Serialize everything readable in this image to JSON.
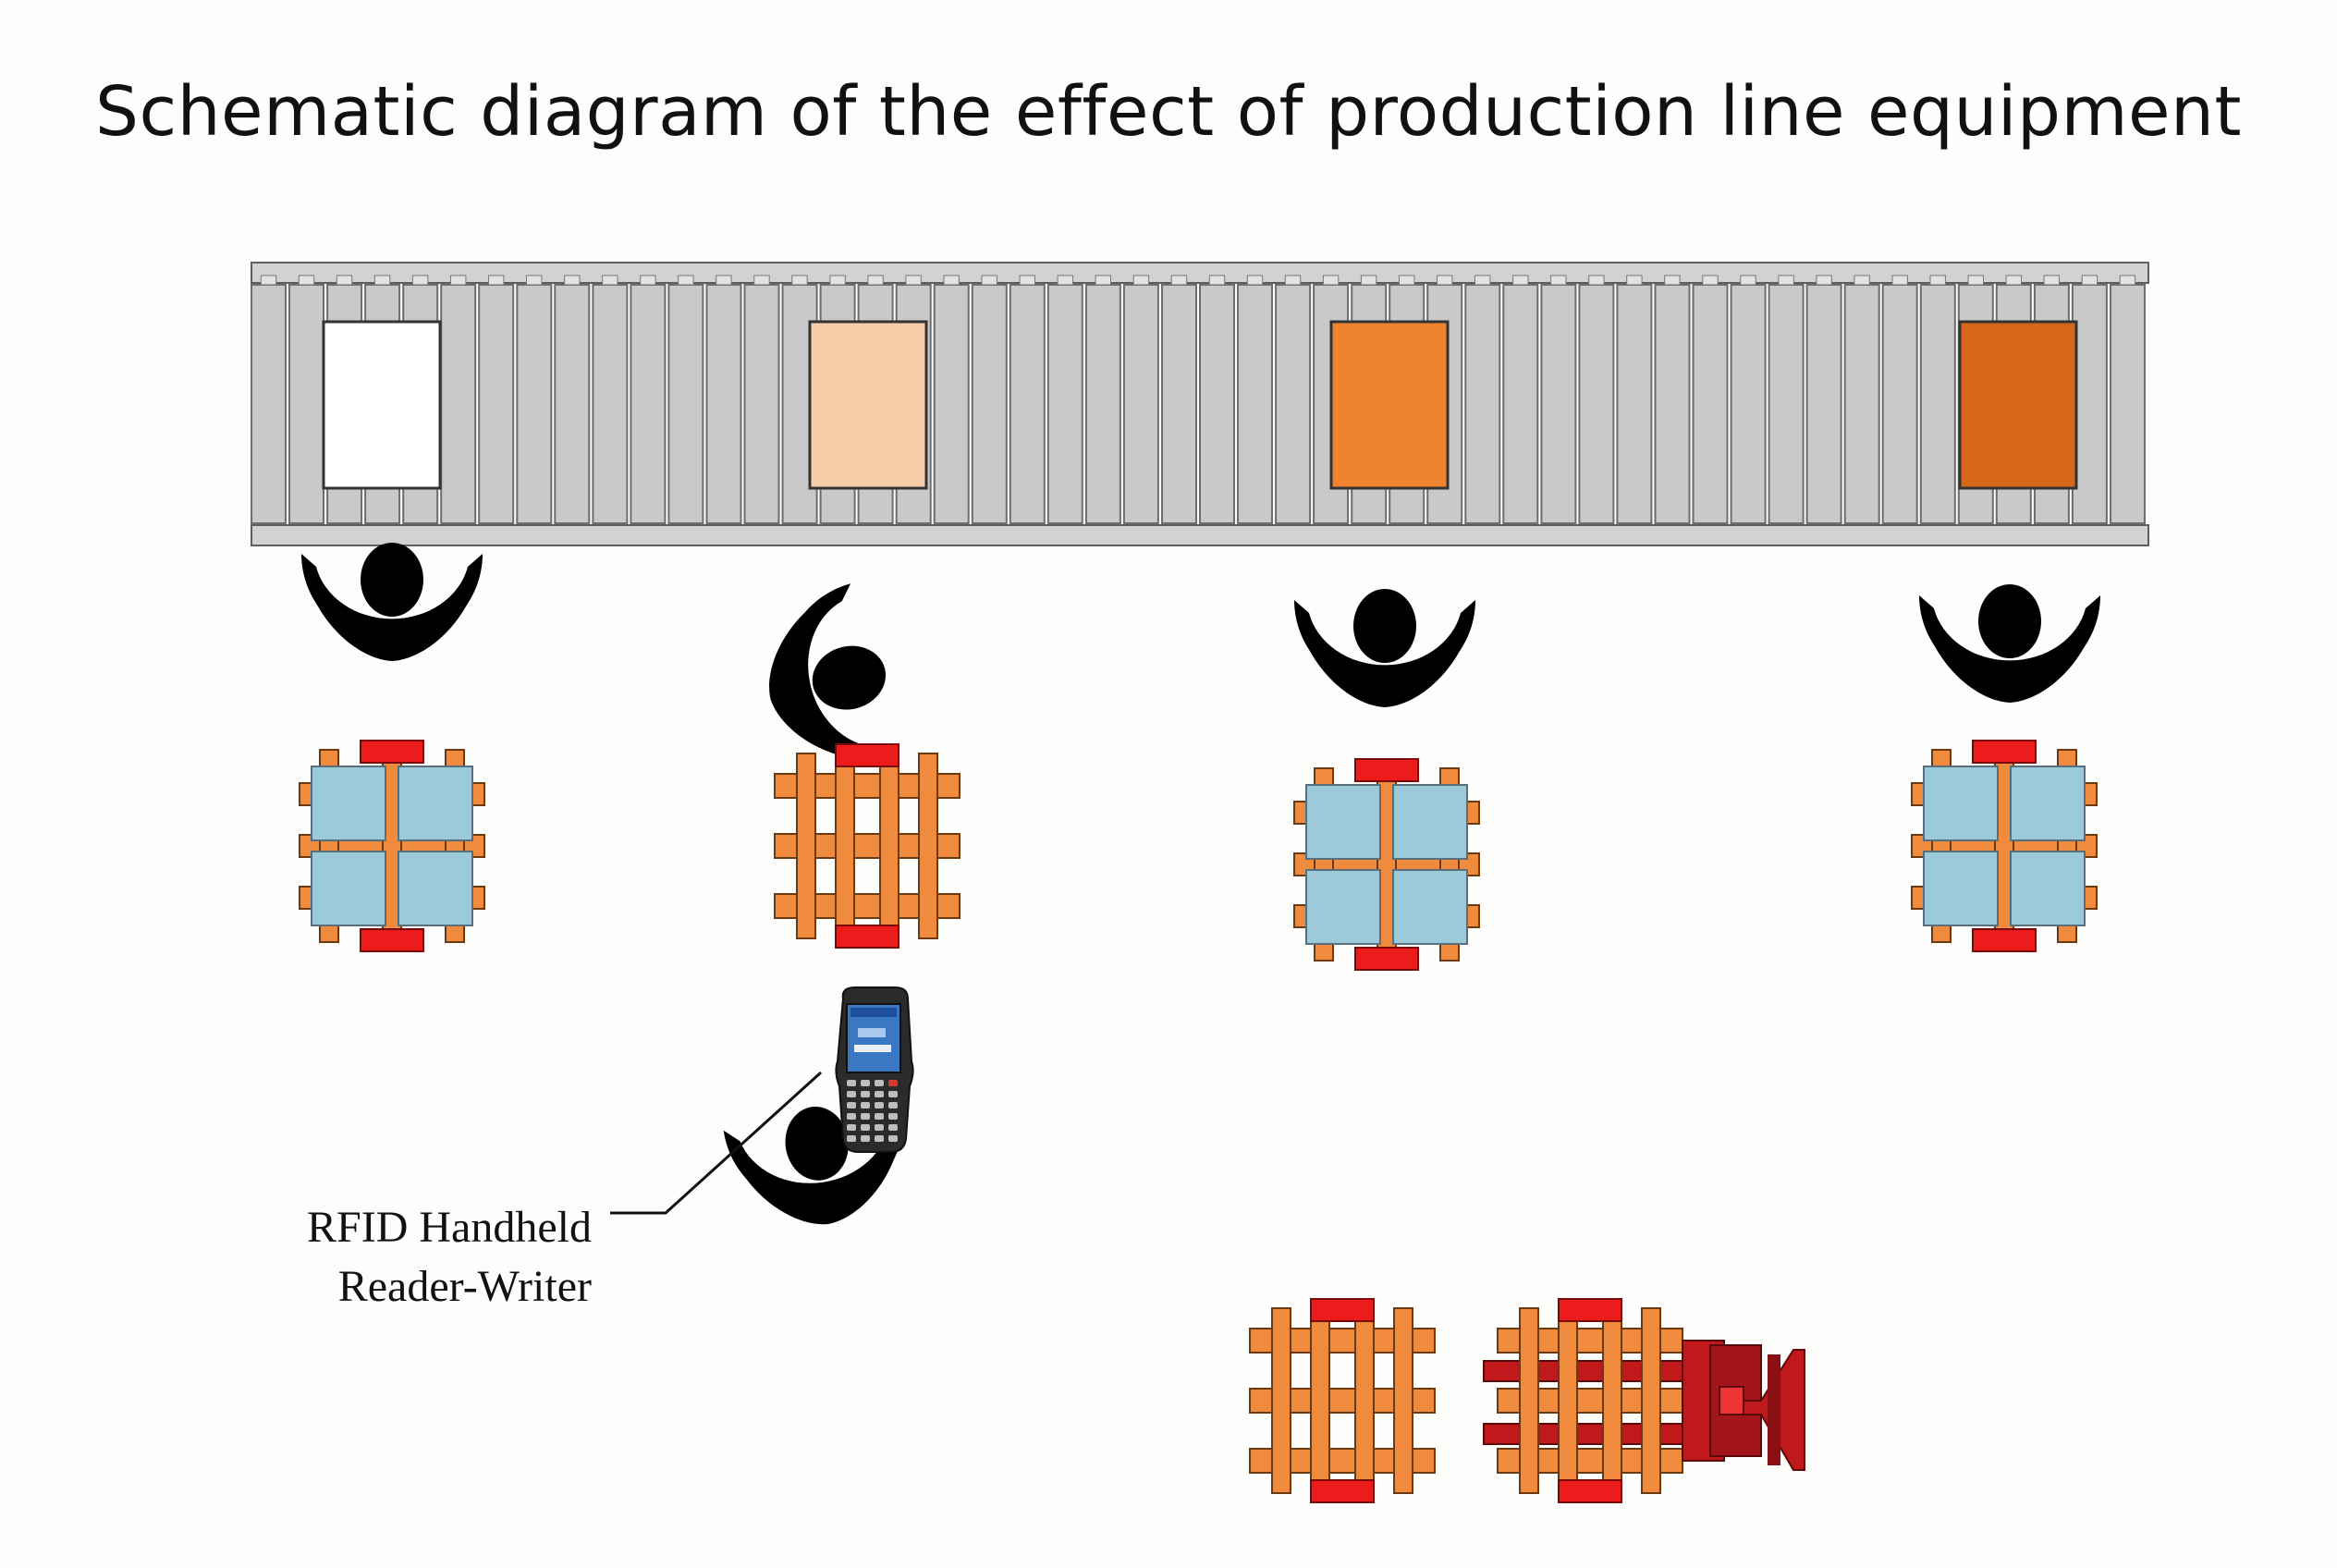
{
  "title": "Schematic diagram of the effect of production line equipment",
  "device_label": {
    "line1": "RFID Handheld",
    "line2": "Reader-Writer"
  },
  "colors": {
    "conveyor_roller": "#c9c9c9",
    "conveyor_border": "#6d6d6d",
    "box_stage_1": "#ffffff",
    "box_stage_2": "#f8cda9",
    "box_stage_3": "#f08330",
    "box_stage_4": "#d5661a",
    "pallet": "#f08a3c",
    "pallet_tag": "#ec1c1c",
    "goods": "#9ccadb",
    "worker": "#000000",
    "forklift": "#c0191b"
  },
  "icons": [
    "conveyor-belt",
    "worker-figure",
    "pallet",
    "rfid-tag",
    "rfid-handheld-reader-icon",
    "pallet-jack-icon"
  ]
}
